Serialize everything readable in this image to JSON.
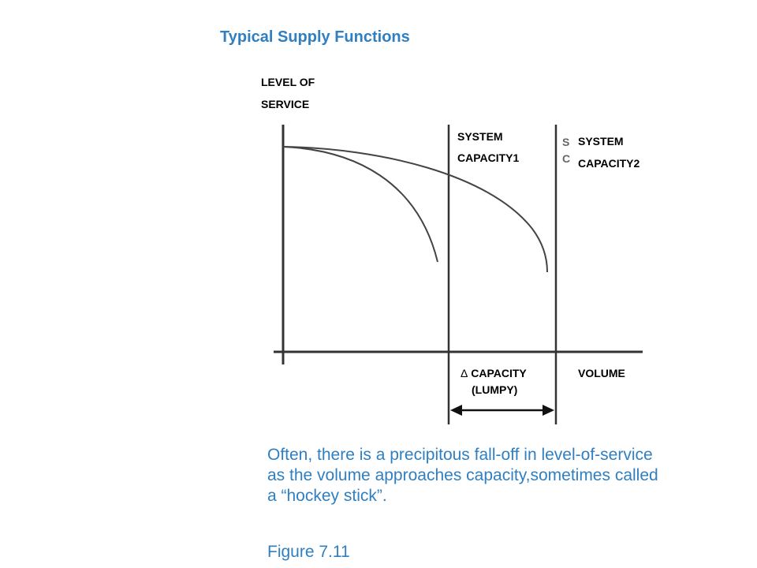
{
  "title": "Typical Supply Functions",
  "y_axis_label": {
    "line1": "LEVEL OF",
    "line2": "SERVICE"
  },
  "x_axis_label": "VOLUME",
  "capacity1_label": {
    "line1": "SYSTEM",
    "line2": "CAPACITY1"
  },
  "capacity2_label": {
    "line1": "SYSTEM",
    "line2": "CAPACITY2"
  },
  "capacity2_fragment": {
    "line1": "S",
    "line2": "C"
  },
  "delta_label": {
    "symbol": "Δ",
    "line1": "CAPACITY",
    "line2": "(LUMPY)"
  },
  "note": "Often, there is a precipitous fall-off in level-of-service as the volume approaches capacity,sometimes called a “hockey stick”.",
  "figure_caption": "Figure 7.11",
  "colors": {
    "accent": "#2f7fc1",
    "line": "#333333"
  }
}
